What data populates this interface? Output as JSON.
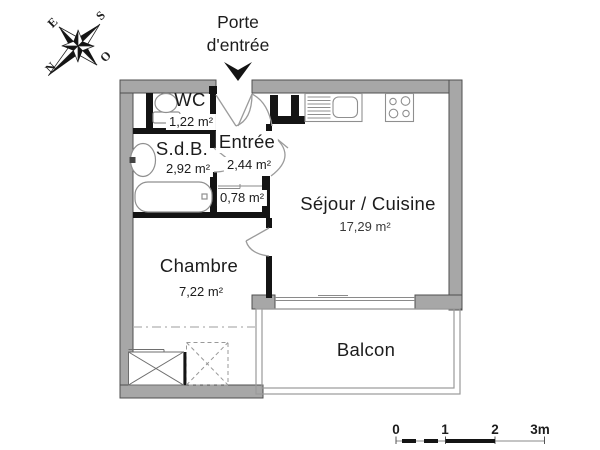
{
  "entrance": {
    "label": "Porte\nd'entrée"
  },
  "compass": {
    "north": "N",
    "south": "S",
    "east": "E",
    "west": "O"
  },
  "rooms": {
    "wc": {
      "name": "WC",
      "area": "1,22 m²"
    },
    "sdb": {
      "name": "S.d.B.",
      "area": "2,92 m²"
    },
    "entree": {
      "name": "Entrée",
      "area": "2,44 m²"
    },
    "closet": {
      "area": "0,78 m²"
    },
    "sejour": {
      "name": "Séjour / Cuisine",
      "area": "17,29 m²"
    },
    "chambre": {
      "name": "Chambre",
      "area": "7,22 m²"
    },
    "balcon": {
      "name": "Balcon"
    }
  },
  "scale_bar": {
    "t0": "0",
    "t1": "1",
    "t2": "2",
    "t3": "3m"
  },
  "colors": {
    "wall_gray": "#a7a7a7",
    "wall_outline": "#4f4f4f",
    "partition_black": "#141414",
    "door_gray": "#9b9b9b",
    "fixture_gray": "#8f8f8f"
  }
}
